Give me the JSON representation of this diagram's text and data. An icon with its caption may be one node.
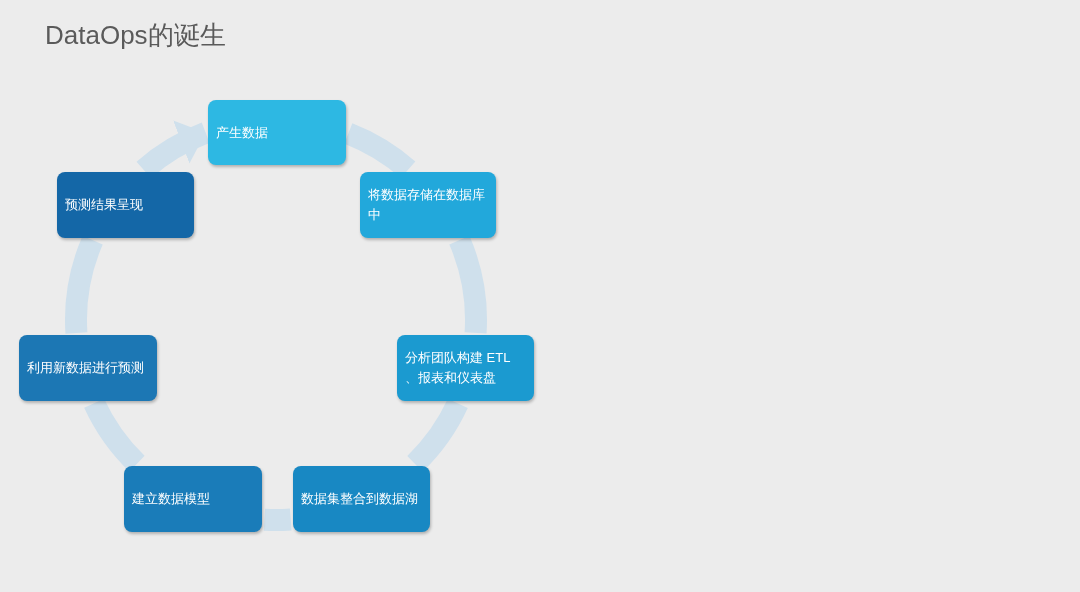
{
  "diagram": {
    "title": "DataOps的诞生",
    "nodes": [
      {
        "text": [
          "产生数据"
        ]
      },
      {
        "text": [
          "将数据存储在数据库中"
        ]
      },
      {
        "text": [
          "分析团队构建 ETL 、报表和仪表盘"
        ]
      },
      {
        "text": [
          "数据集整合到数据湖"
        ]
      },
      {
        "text": [
          "建立数据模型"
        ]
      },
      {
        "text": [
          "利用新数据进行预测"
        ]
      },
      {
        "text": [
          "预测结果呈现"
        ]
      }
    ],
    "edges": [
      {
        "from": 0,
        "to": 1,
        "arrow": "none"
      },
      {
        "from": 1,
        "to": 2,
        "arrow": "none"
      },
      {
        "from": 2,
        "to": 3,
        "arrow": "none"
      },
      {
        "from": 3,
        "to": 4,
        "arrow": "none"
      },
      {
        "from": 4,
        "to": 5,
        "arrow": "none"
      },
      {
        "from": 5,
        "to": 6,
        "arrow": "none"
      },
      {
        "from": 6,
        "to": 0,
        "arrow": "to"
      }
    ]
  }
}
